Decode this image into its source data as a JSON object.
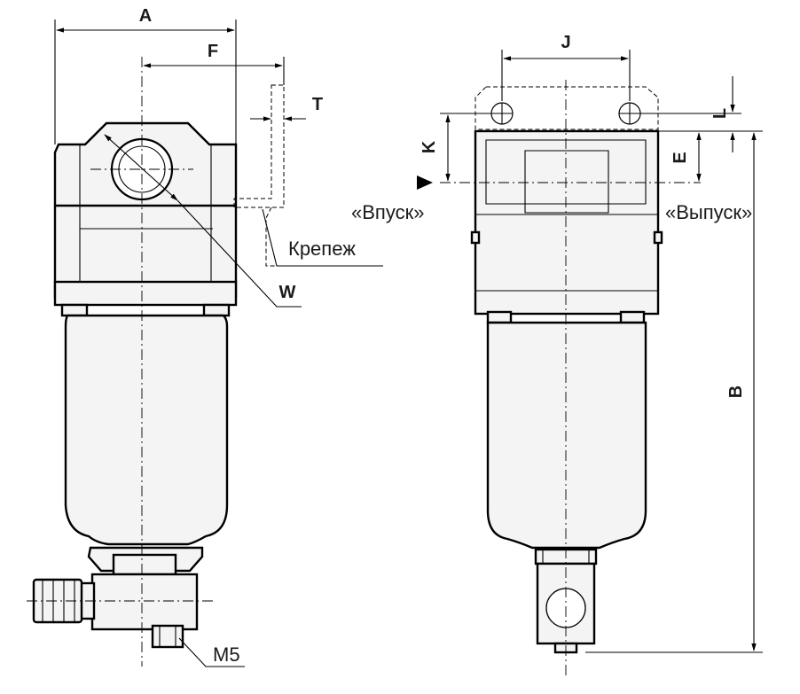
{
  "dimensions": {
    "A": "A",
    "F": "F",
    "T": "T",
    "W": "W",
    "J": "J",
    "K": "K",
    "L": "L",
    "E": "E",
    "B": "B"
  },
  "ports": {
    "inlet": "«Впуск»",
    "outlet": "«Выпуск»"
  },
  "callouts": {
    "mounting": "Крепеж",
    "drain_thread": "M5"
  }
}
